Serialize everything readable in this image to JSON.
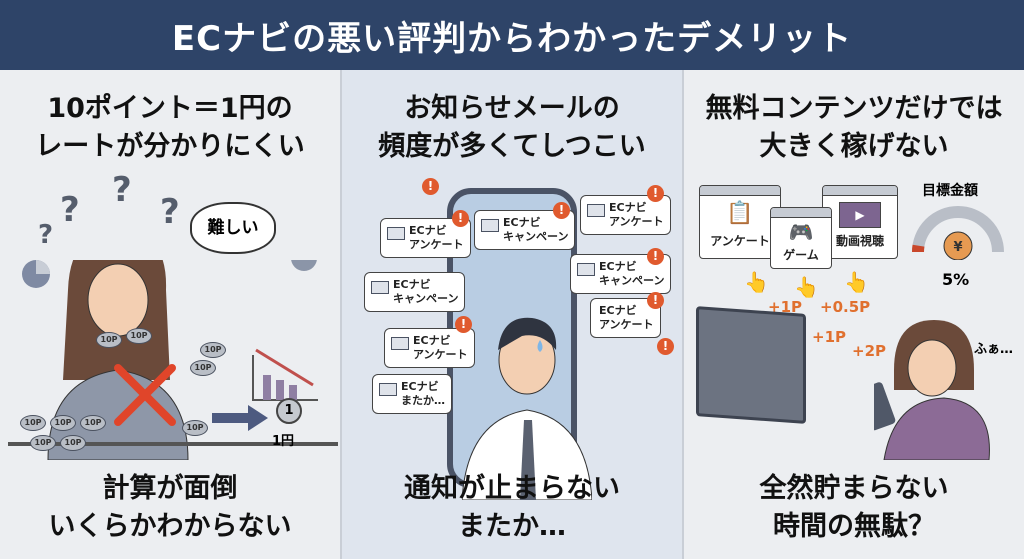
{
  "header": {
    "title": "ECナビの悪い評判からわかったデメリット"
  },
  "panels": [
    {
      "heading": [
        "10ポイント＝1円の",
        "レートが分かりにくい"
      ],
      "bubble": "難しい",
      "coin_label": "10P",
      "result_label": "1円",
      "caption": [
        "計算が面倒",
        "いくらかわからない"
      ]
    },
    {
      "heading": [
        "お知らせメールの",
        "頻度が多くてしつこい"
      ],
      "notifications": [
        {
          "title": "ECナビ",
          "body": "アンケート"
        },
        {
          "title": "ECナビ",
          "body": "キャンペーン"
        },
        {
          "title": "ECナビ",
          "body": "アンケート"
        },
        {
          "title": "ECナビ",
          "body": "キャンペーン"
        },
        {
          "title": "ECナビ",
          "body": "キャンペーン"
        },
        {
          "title": "ECナビ",
          "body": "アンケート"
        },
        {
          "title": "ECナビ",
          "body": "アンケート"
        },
        {
          "title": "ECナビ",
          "body": "またか…"
        }
      ],
      "caption": [
        "通知が止まらない",
        "またか…"
      ]
    },
    {
      "heading": [
        "無料コンテンツだけでは",
        "大きく稼げない"
      ],
      "windows": [
        "アンケート",
        "ゲーム",
        "動画視聴"
      ],
      "goal_label": "目標金額",
      "goal_percent": "5%",
      "goal_progress": 0.05,
      "points": [
        "+1P",
        "+0.5P",
        "+1P",
        "+2P"
      ],
      "sigh": "ふぁ…",
      "caption": [
        "全然貯まらない",
        "時間の無駄？"
      ]
    }
  ],
  "colors": {
    "header": "#2e4468",
    "alert": "#e05a2e",
    "points": "#e0702f",
    "cross": "#e0452a"
  }
}
